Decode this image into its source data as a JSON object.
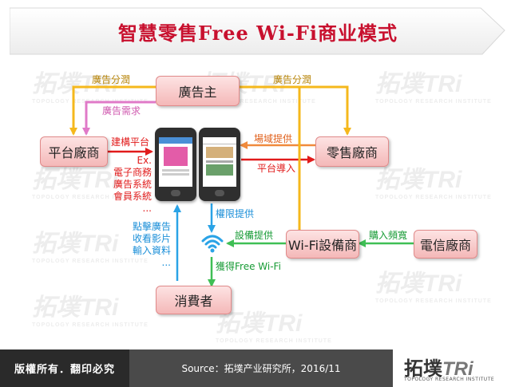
{
  "title": "智慧零售Free Wi-Fi商业模式",
  "watermark": {
    "brand": "拓墣TRi",
    "sub": "TOPOLOGY RESEARCH INSTITUTE"
  },
  "nodes": {
    "advertiser": "廣告主",
    "platform": "平台廠商",
    "retailer": "零售廠商",
    "wifi": "Wi-Fi設備商",
    "telecom": "電信廠商",
    "consumer": "消費者"
  },
  "edges": {
    "ad_share_left": "廣告分潤",
    "ad_share_right": "廣告分潤",
    "ad_demand": "廣告需求",
    "build_platform": "建構平台",
    "platform_examples": [
      "Ex.",
      "電子商務",
      "廣告系統",
      "會員系統",
      "..."
    ],
    "venue_provide": "場域提供",
    "platform_import": "平台導入",
    "permission_provide": "權限提供",
    "equipment_provide": "設備提供",
    "buy_bandwidth": "購入頻寬",
    "get_wifi": "獲得Free Wi-Fi",
    "consumer_actions": [
      "點擊廣告",
      "收看影片",
      "輸入資料",
      "..."
    ]
  },
  "footer": {
    "rights": "版權所有．翻印必究",
    "source": "Source：拓墣产业研究所，2016/11",
    "logo_brand": "拓墣",
    "logo_tri": "TRi",
    "logo_sub": "TOPOLOGY RESEARCH INSTITUTE"
  },
  "colors": {
    "title": "#c8102e",
    "gold_arrow": "#f5b81c",
    "pink_arrow": "#e07ac8",
    "red_arrow": "#e11b1b",
    "orange_arrow": "#f08a3c",
    "green_arrow": "#3fbf55",
    "blue_arrow": "#2aa3e6",
    "node_fill": "#f4b8b8"
  },
  "icons": [
    "smartphone-icon",
    "wifi-icon"
  ]
}
